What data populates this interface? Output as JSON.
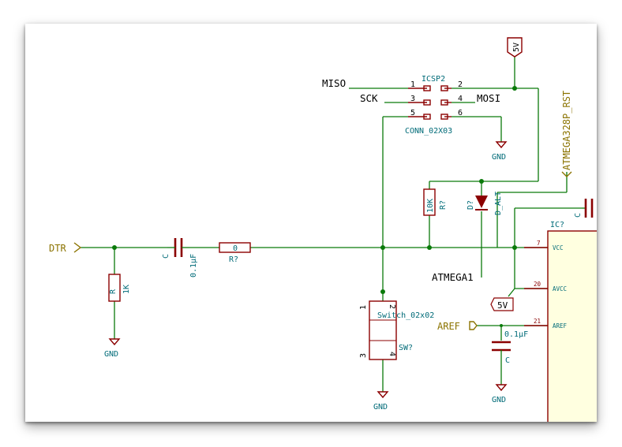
{
  "labels": {
    "dtr": "DTR",
    "aref": "AREF",
    "atmega328p_rst": "ATMEGA328P_RST",
    "pwr_5v_top": "5V",
    "pwr_5v_mid": "5V"
  },
  "nets": {
    "miso": "MISO",
    "sck": "SCK",
    "mosi": "MOSI",
    "atmega1": "ATMEGA1",
    "gnd": "GND"
  },
  "icsp": {
    "ref": "ICSP2",
    "value": "CONN_02X03",
    "pins": [
      "1",
      "2",
      "3",
      "4",
      "5",
      "6"
    ]
  },
  "components": {
    "r_1k": {
      "ref": "R",
      "value": "1K"
    },
    "c_dtr": {
      "ref": "C",
      "value": "0.1µF"
    },
    "r_series": {
      "ref": "R?",
      "value": "0"
    },
    "r_10k": {
      "ref": "R?",
      "value": "10K"
    },
    "diode": {
      "ref": "D?",
      "value": "D_ALT"
    },
    "switch": {
      "ref": "SW?",
      "value": "Switch_02x02",
      "pins": [
        "1",
        "2",
        "3",
        "4"
      ]
    },
    "c_aref": {
      "ref": "C",
      "value": "0.1µF"
    },
    "c_top": {
      "ref": "C"
    }
  },
  "ic": {
    "ref": "IC?",
    "pins": [
      {
        "num": "7",
        "name": "VCC"
      },
      {
        "num": "20",
        "name": "AVCC"
      },
      {
        "num": "21",
        "name": "AREF"
      }
    ]
  }
}
